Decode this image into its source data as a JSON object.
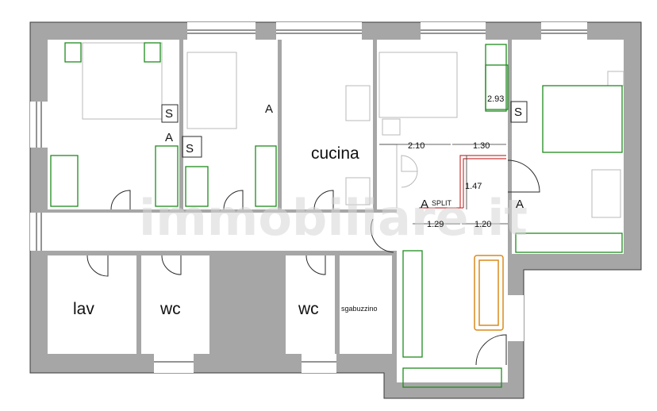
{
  "rooms": {
    "cucina": "cucina",
    "lav": "lav",
    "wc_left": "wc",
    "wc_right": "wc",
    "sgabuzzino": "sgabuzzino"
  },
  "markers": {
    "s_bed1": "S",
    "a_bed1": "A",
    "s_bed1_low": "S",
    "a_bed2": "A",
    "a_split": "A",
    "s_bed3": "S",
    "a_bed3": "A",
    "split": "SPLIT"
  },
  "dimensions": {
    "d_293": "2.93",
    "d_210": "2.10",
    "d_130": "1.30",
    "d_147": "1.47",
    "d_129": "1.29",
    "d_120": "1.20"
  },
  "watermark": "immobiliare.it",
  "colors": {
    "wall": "#a6a6a6",
    "furniture_green": "#1e8c1e",
    "sofa_orange": "#d98a1c",
    "radiator_red": "#c63a3a"
  }
}
